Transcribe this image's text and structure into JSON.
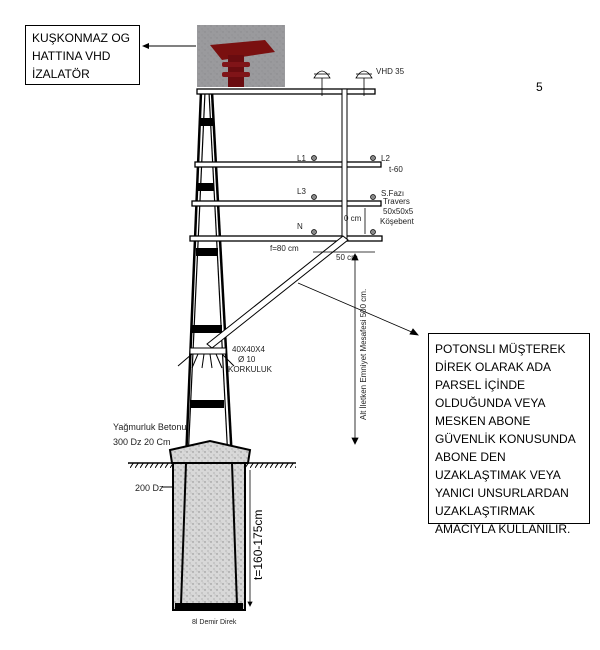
{
  "page_number": "5",
  "callout_left": [
    "KUŞKONMAZ OG",
    "HATTINA VHD",
    "İZALATÖR"
  ],
  "callout_right": [
    "POTONSLI MÜŞTEREK",
    "DİREK OLARAK ADA",
    "PARSEL İÇİNDE",
    "OLDUĞUNDA VEYA",
    "MESKEN ABONE",
    "GÜVENLİK KONUSUNDA",
    "ABONE DEN",
    "UZAKLAŞTIMAK VEYA",
    "YANICI UNSURLARDAN",
    "UZAKLAŞTIRMAK",
    "AMACIYLA KULLANILIR."
  ],
  "labels": {
    "vhd": "VHD 35",
    "l1": "L1",
    "l2": "L2",
    "t60": "t-60",
    "l3": "L3",
    "s_fazi": "S.Fazı",
    "travers": "Travers",
    "kosebent_size": "50x50x5",
    "kosebent": "Köşebent",
    "n": "N",
    "cm": "0 cm",
    "f80": "f=80 cm",
    "cm50": "50 cm",
    "clearance": "Alt İletken Emniyet Mesafesi 500 cm.",
    "railing_size": "40X40X4",
    "railing_dia": "Ø 10",
    "railing": "KORKULUK",
    "concrete_cap1": "Yağmurluk Betonu",
    "concrete_cap2": "300 Dz 20 Cm",
    "dz200": "200 Dz",
    "depth": "t=160-175cm",
    "pole": "8l Demir Direk"
  }
}
